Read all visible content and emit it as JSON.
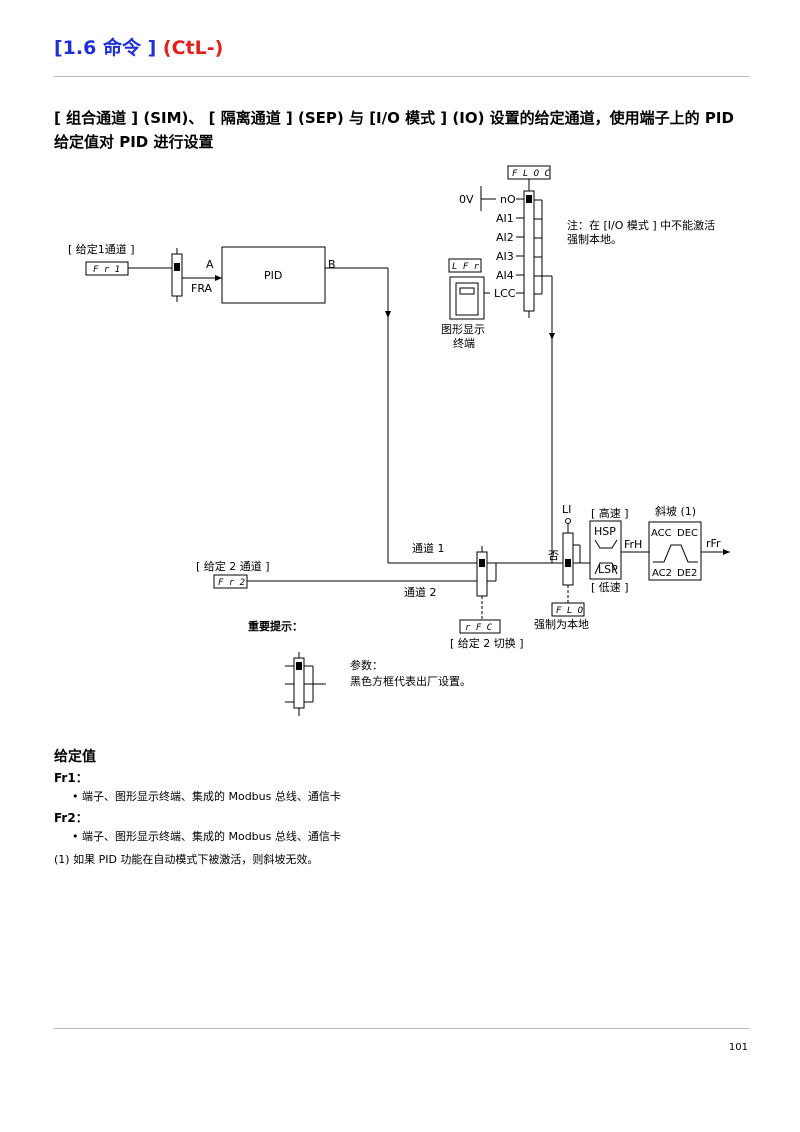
{
  "page": {
    "title_blue": "[1.6 命令 ]",
    "title_red": "(CtL-)",
    "subheading": "[ 组合通道 ] (SIM)、 [ 隔离通道 ] (SEP) 与 [I/O 模式 ] (IO) 设置的给定通道，使用端子上的 PID 给定值对 PID 进行设置",
    "page_number": "101"
  },
  "diagram": {
    "ref1_channel": "[ 给定1通道 ]",
    "fr1_code": "F r 1",
    "label_a": "A",
    "label_fra": "FRA",
    "pid_label": "PID",
    "label_b": "B",
    "flo_code_top": "F L O C",
    "ov_label": "0V",
    "inputs": [
      "nO",
      "AI1",
      "AI2",
      "AI3",
      "AI4",
      "LCC"
    ],
    "lfr_code": "L F r",
    "graphic_terminal": "图形显示\n终端",
    "note_io": "注：在 [I/O 模式 ] 中不能激活\n强制本地。",
    "li_label": "LI",
    "no_label": "否",
    "hsp_bracket": "[ 高速 ]",
    "hsp": "HSP",
    "lsp": "LSP",
    "lsp_bracket": "[ 低速 ]",
    "frh": "FrH",
    "ramp_label": "斜坡 (1)",
    "acc": "ACC",
    "dec": "DEC",
    "ac2": "AC2",
    "de2": "DE2",
    "rfr": "rFr",
    "channel1": "通道 1",
    "channel2": "通道 2",
    "ref2_channel": "[ 给定 2 通道 ]",
    "fr2_code": "F r 2",
    "rfc_code": "r F C",
    "ref2_switch": "[ 给定 2 切换 ]",
    "flo_code_bottom": "F L O",
    "force_local": "强制为本地",
    "important": "重要提示：",
    "legend_param": "参数：",
    "legend_text": "黑色方框代表出厂设置。"
  },
  "content": {
    "section_title": "给定值",
    "fr1_label": "Fr1：",
    "fr1_bullet": "•  端子、图形显示终端、集成的 Modbus 总线、通信卡",
    "fr2_label": "Fr2：",
    "fr2_bullet": "•  端子、图形显示终端、集成的 Modbus 总线、通信卡",
    "footnote": "(1) 如果 PID 功能在自动模式下被激活，则斜坡无效。"
  }
}
